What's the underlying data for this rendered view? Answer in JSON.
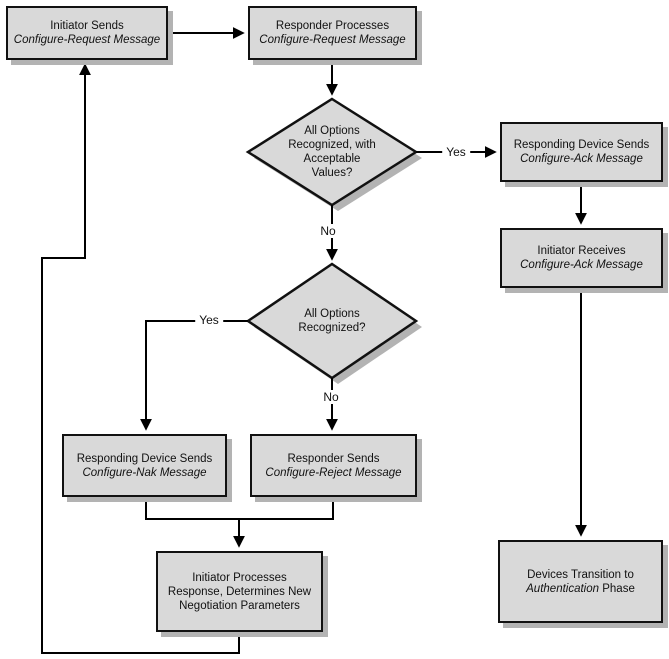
{
  "nodes": {
    "initiator_sends": {
      "line1": "Initiator Sends",
      "line2": "Configure-Request Message"
    },
    "responder_processes": {
      "line1": "Responder Processes",
      "line2": "Configure-Request Message"
    },
    "decision_options_acceptable": {
      "line1": "All Options",
      "line2": "Recognized, with",
      "line3": "Acceptable",
      "line4": "Values?"
    },
    "responding_sends_ack": {
      "line1": "Responding Device Sends",
      "line2": "Configure-Ack Message"
    },
    "initiator_receives_ack": {
      "line1": "Initiator Receives",
      "line2": "Configure-Ack Message"
    },
    "decision_options_recognized": {
      "line1": "All Options",
      "line2": "Recognized?"
    },
    "responding_sends_nak": {
      "line1": "Responding Device Sends",
      "line2": "Configure-Nak Message"
    },
    "responder_sends_reject": {
      "line1": "Responder Sends",
      "line2": "Configure-Reject Message"
    },
    "initiator_processes_response": {
      "line1": "Initiator Processes",
      "line2": "Response, Determines New",
      "line3": "Negotiation Parameters"
    },
    "devices_transition": {
      "line1": "Devices Transition to",
      "line2_italic": "Authentication",
      "line2_rest": " Phase"
    }
  },
  "edge_labels": {
    "yes_acceptable": "Yes",
    "no_acceptable": "No",
    "yes_recognized": "Yes",
    "no_recognized": "No"
  },
  "colors": {
    "background": "#ffffff",
    "node_fill": "#d9d9d9",
    "node_border": "#111111",
    "node_shadow": "#b3b3b3",
    "line": "#000000"
  }
}
